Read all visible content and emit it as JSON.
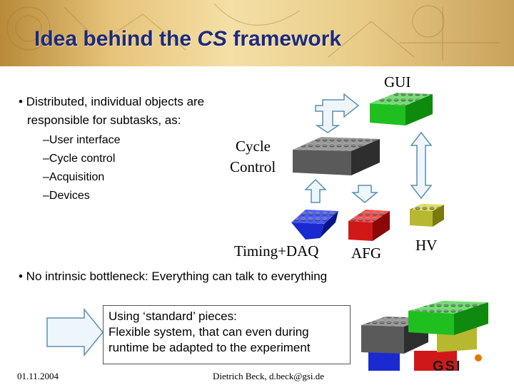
{
  "slide": {
    "title_prefix": "Idea behind the ",
    "title_italic": "CS",
    "title_suffix": " framework",
    "bullet1_line1": "• Distributed, individual objects are",
    "bullet1_line2": "responsible for subtasks, as:",
    "subitems": [
      "–User interface",
      "–Cycle control",
      "–Acquisition",
      "–Devices"
    ],
    "bullet2": "• No intrinsic bottleneck: Everything can talk to everything",
    "box_lines": [
      "Using ‘standard’ pieces:",
      "Flexible system, that can even during",
      "runtime be adapted to the experiment"
    ]
  },
  "diagram": {
    "label_gui": "GUI",
    "label_cycle_line1": "Cycle",
    "label_cycle_line2": "Control",
    "label_timing": "Timing+DAQ",
    "label_afg": "AFG",
    "label_hv": "HV"
  },
  "footer": {
    "date": "01.11.2004",
    "author": "Dietrich Beck, d.beck@gsi.de",
    "logo_text": "GSI"
  },
  "colors": {
    "title": "#1d2a7a",
    "arrow_fill": "#eef6fb",
    "arrow_stroke": "#5a8fb0",
    "brick_green": "#1fbf1f",
    "brick_gray": "#5a5a5a",
    "brick_blue": "#1a2ad0",
    "brick_red": "#d01818",
    "brick_olive": "#b8b830"
  }
}
